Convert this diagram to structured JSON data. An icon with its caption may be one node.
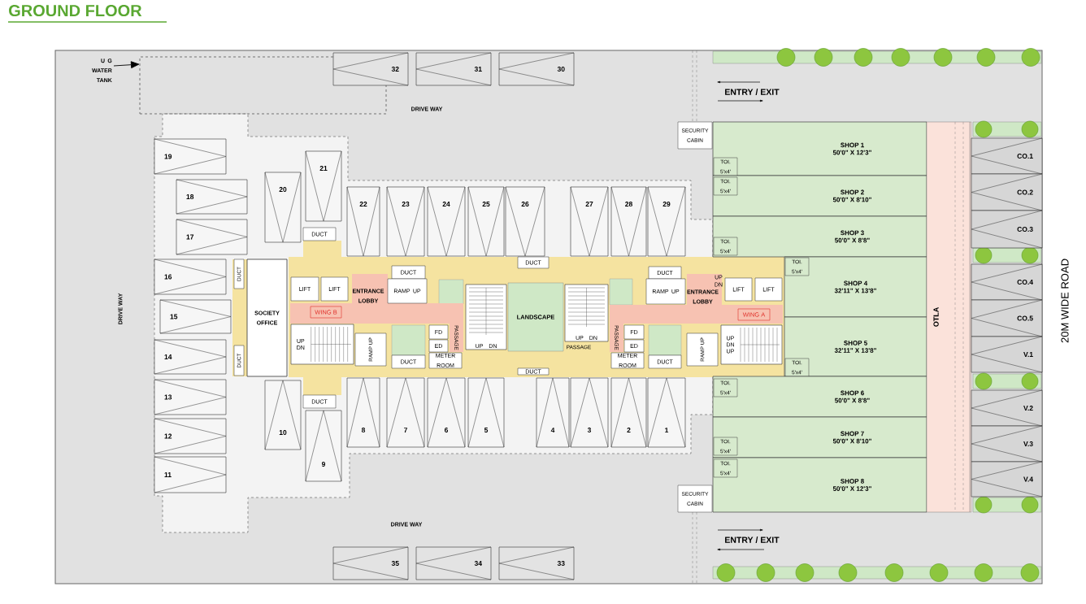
{
  "diagram": {
    "title": "GROUND FLOOR",
    "nodes": [
      {
        "text": [
          "U G WATER TANK"
        ]
      },
      {
        "text": [],
        "shape": "box"
      },
      {
        "text": [
          "32"
        ]
      },
      {
        "text": [
          "31"
        ]
      },
      {
        "text": [
          "30"
        ]
      },
      {
        "text": [
          "19"
        ]
      },
      {
        "text": [
          "18"
        ]
      },
      {
        "text": [
          "17"
        ]
      },
      {
        "text": [
          "16"
        ]
      },
      {
        "text": [
          "15"
        ]
      },
      {
        "text": [
          "14"
        ]
      },
      {
        "text": [
          "13"
        ]
      },
      {
        "text": [
          "12"
        ]
      },
      {
        "text": [
          "11"
        ]
      },
      {
        "text": [
          "20"
        ]
      },
      {
        "text": [
          "21"
        ]
      },
      {
        "text": [
          "22"
        ]
      },
      {
        "text": [
          "23"
        ]
      },
      {
        "text": [
          "24"
        ]
      },
      {
        "text": [
          "25"
        ]
      },
      {
        "text": [
          "26"
        ]
      },
      {
        "text": [
          "27"
        ]
      },
      {
        "text": [
          "28"
        ]
      },
      {
        "text": [
          "29"
        ]
      },
      {
        "text": [
          "DUCT"
        ]
      },
      {
        "text": [
          "DUCT"
        ]
      },
      {
        "text": [
          "SOCIETY OFFICE"
        ]
      },
      {
        "text": [
          "DUCT"
        ]
      },
      {
        "text": [
          "DUCT"
        ]
      },
      {
        "text": [
          "ENTRANCE LOBBY"
        ]
      },
      {
        "text": [
          "WING B"
        ],
        "in": 29
      },
      {
        "text": [
          "LIFT"
        ]
      },
      {
        "text": [
          "LIFT"
        ]
      },
      {
        "text": [
          "DUCT"
        ]
      },
      {
        "text": [
          "RAMP UP"
        ]
      },
      {
        "text": [
          "UP",
          "DN"
        ]
      },
      {
        "text": [
          "RAMP UP"
        ]
      },
      {
        "text": [
          "DUCT"
        ]
      },
      {
        "text": [
          "FD"
        ]
      },
      {
        "text": [
          "ED"
        ]
      },
      {
        "text": [
          "METER ROOM"
        ]
      },
      {
        "text": [
          "PASSAGE"
        ]
      },
      {
        "text": [
          "UP",
          "DN"
        ]
      },
      {
        "text": [
          "LANDSCAPE"
        ]
      },
      {
        "text": [
          "UP",
          "DN"
        ]
      },
      {
        "text": [
          "PASSAGE"
        ]
      },
      {
        "text": [
          "ENTRANCE LOBBY"
        ]
      },
      {
        "text": [
          "WING A"
        ],
        "in": 46
      },
      {
        "text": [
          "DUCT"
        ]
      },
      {
        "text": [
          "RAMP UP"
        ]
      },
      {
        "text": [
          "LIFT"
        ]
      },
      {
        "text": [
          "LIFT"
        ]
      },
      {
        "text": [
          "FD"
        ]
      },
      {
        "text": [
          "ED"
        ]
      },
      {
        "text": [
          "METER ROOM"
        ]
      },
      {
        "text": [
          "DUCT"
        ]
      },
      {
        "text": [
          "RAMP UP"
        ]
      },
      {
        "text": [
          "UP",
          "DN",
          "UP"
        ]
      },
      {
        "text": [
          "DUCT"
        ]
      },
      {
        "text": [
          "DUCT"
        ]
      },
      {
        "text": [
          "10"
        ]
      },
      {
        "text": [
          "9"
        ]
      },
      {
        "text": [
          "8"
        ]
      },
      {
        "text": [
          "7"
        ]
      },
      {
        "text": [
          "6"
        ]
      },
      {
        "text": [
          "5"
        ]
      },
      {
        "text": [
          "4"
        ]
      },
      {
        "text": [
          "3"
        ]
      },
      {
        "text": [
          "2"
        ]
      },
      {
        "text": [
          "1"
        ]
      },
      {
        "text": [
          "35"
        ]
      },
      {
        "text": [
          "34"
        ]
      },
      {
        "text": [
          "33"
        ]
      },
      {
        "text": [
          "SECURITY CABIN"
        ]
      },
      {
        "text": [
          "SHOP 1",
          "50'0\" X 12'3\""
        ]
      },
      {
        "text": [
          "TOI. 5'x4'"
        ],
        "in": 74
      },
      {
        "text": [
          "SHOP 2",
          "50'0\" X 8'10\""
        ]
      },
      {
        "text": [
          "TOI. 5'x4'"
        ],
        "in": 76
      },
      {
        "text": [
          "SHOP 3",
          "50'0\" X 8'8\""
        ]
      },
      {
        "text": [
          "TOI. 5'x4'"
        ],
        "in": 78
      },
      {
        "text": [
          "SHOP 4",
          "32'11\" X 13'8\""
        ]
      },
      {
        "text": [
          "TOI. 5'x4'"
        ],
        "in": 80
      },
      {
        "text": [
          "SHOP 5",
          "32'11\" X 13'8\""
        ]
      },
      {
        "text": [
          "TOI. 5'x4'"
        ],
        "in": 82
      },
      {
        "text": [
          "SHOP 6",
          "50'0\" X 8'8\""
        ]
      },
      {
        "text": [
          "TOI. 5'x4'"
        ],
        "in": 84
      },
      {
        "text": [
          "SHOP 7",
          "50'0\" X 8'10\""
        ]
      },
      {
        "text": [
          "TOI. 5'x4'"
        ],
        "in": 86
      },
      {
        "text": [
          "SHOP 8",
          "50'0\" X 12'3\""
        ]
      },
      {
        "text": [
          "TOI. 5'x4'"
        ],
        "in": 88
      },
      {
        "text": [
          "SECURITY CABIN"
        ]
      },
      {
        "text": [
          "OTLA"
        ]
      },
      {
        "text": [
          "CO.1"
        ]
      },
      {
        "text": [
          "CO.2"
        ]
      },
      {
        "text": [
          "CO.3"
        ]
      },
      {
        "text": [
          "CO.4"
        ]
      },
      {
        "text": [
          "CO.5"
        ]
      },
      {
        "text": [
          "V.1"
        ]
      },
      {
        "text": [
          "V.2"
        ]
      },
      {
        "text": [
          "V.3"
        ]
      },
      {
        "text": [
          "V.4"
        ]
      }
    ],
    "edges": [
      {
        "from": 0,
        "to": 1,
        "arrow": "to"
      }
    ],
    "labels": [
      "DRIVE WAY",
      "DRIVE WAY",
      "DRIVE WAY",
      "ENTRY / EXIT",
      "ENTRY / EXIT",
      "20M WIDE ROAD",
      "PASSAGE",
      "UP",
      "DN"
    ]
  }
}
